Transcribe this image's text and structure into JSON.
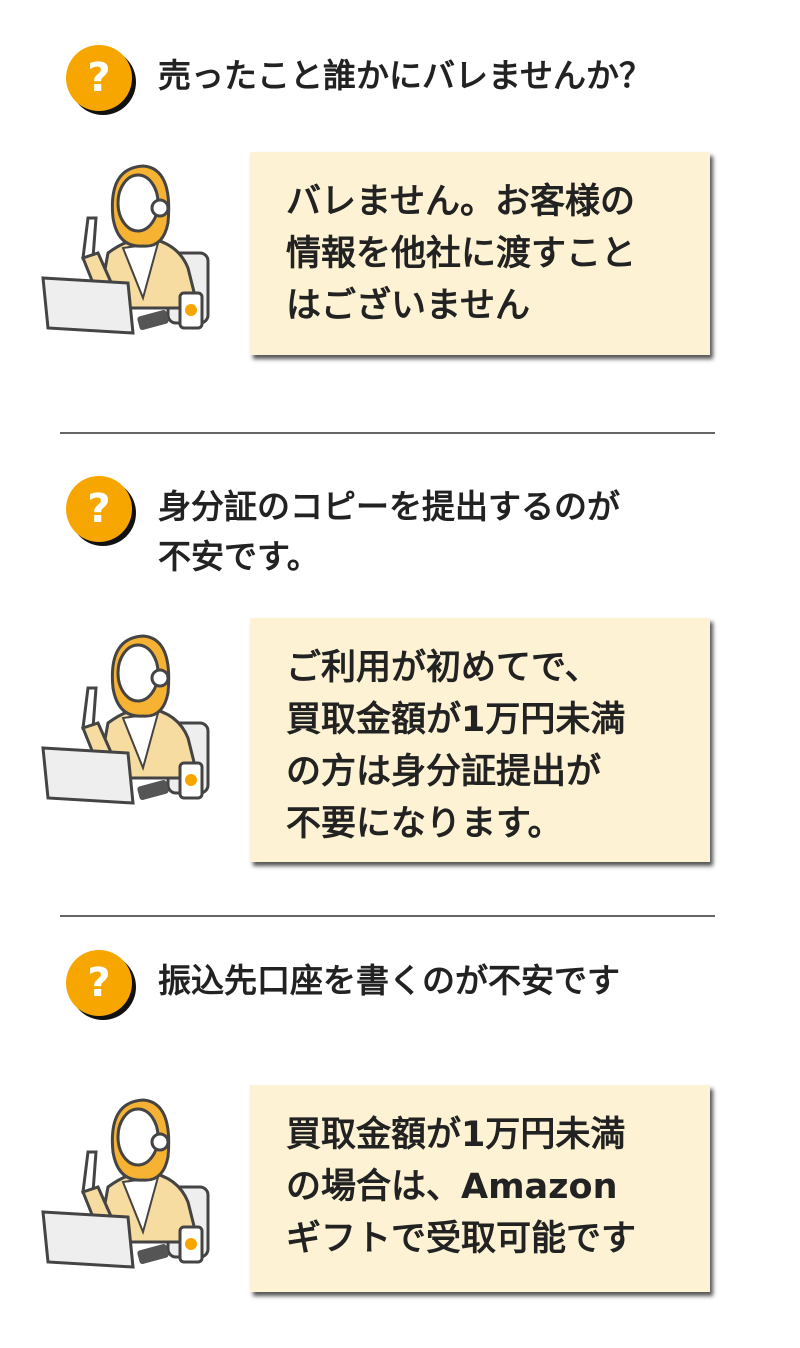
{
  "faq": [
    {
      "question": [
        "売ったこと誰かにバレませんか？"
      ],
      "answer": [
        "バレません。お客様の",
        "情報を他社に渡すこと",
        "はございません"
      ]
    },
    {
      "question": [
        "身分証のコピーを提出するのが",
        "不安です。"
      ],
      "answer": [
        "ご利用が初めてで、",
        "買取金額が1万円未満",
        "の方は身分証提出が",
        "不要になります。"
      ]
    },
    {
      "question": [
        "振込先口座を書くのが不安です"
      ],
      "answer": [
        "買取金額が1万円未満",
        "の場合は、Amazon",
        "ギフトで受取可能です"
      ]
    }
  ],
  "icon": "question-icon",
  "accent": "#f7a600",
  "box_bg": "#fdf2d3"
}
